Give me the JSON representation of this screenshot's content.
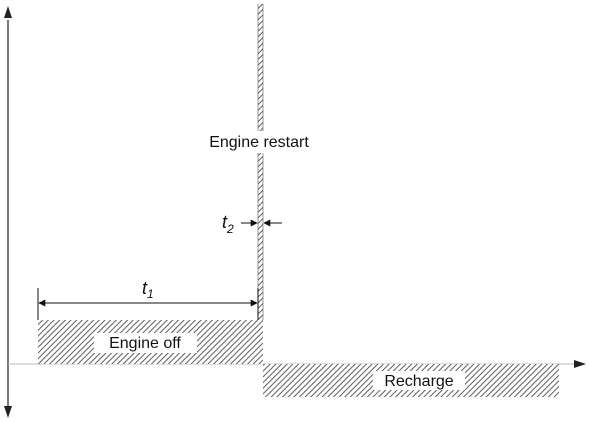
{
  "labels": {
    "engine_off": "Engine off",
    "recharge": "Recharge",
    "engine_restart": "Engine restart",
    "t1_var": "t",
    "t1_sub": "1",
    "t2_var": "t",
    "t2_sub": "2"
  },
  "colors": {
    "hatch": "#6b6b6b",
    "line": "#111111",
    "axis": "#222222",
    "background": "#ffffff"
  }
}
